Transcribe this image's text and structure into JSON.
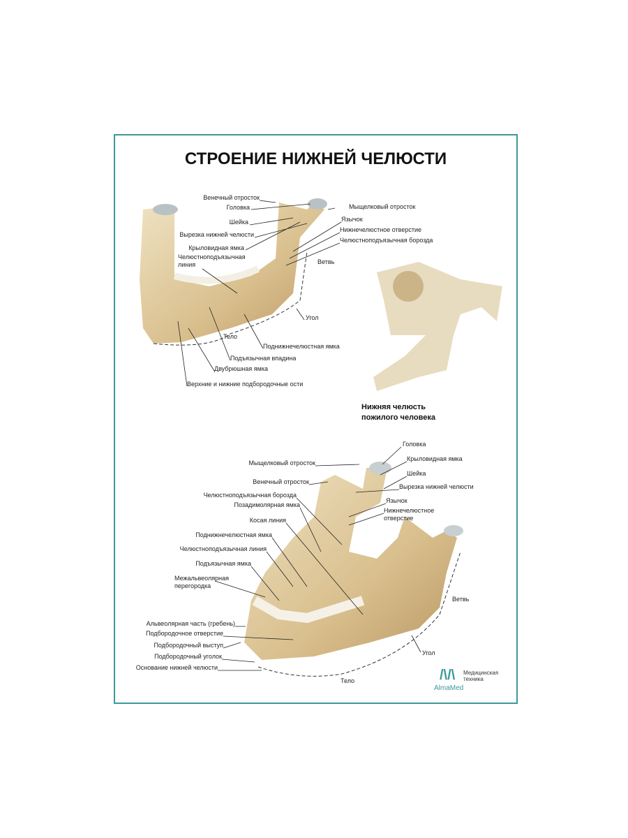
{
  "title": "СТРОЕНИЕ НИЖНЕЙ ЧЕЛЮСТИ",
  "top_labels": [
    "Венечный отросток",
    "Головка",
    "Шейка",
    "Вырезка нижней челюсти",
    "Крыловидная ямка",
    "Челюстноподъязычная линия",
    "Мыщелковый отросток",
    "Язычок",
    "Нижнечелюстное отверстие",
    "Челюстноподъязычная борозда",
    "Ветвь",
    "Угол",
    "Тело",
    "Поднижнечелюстная ямка",
    "Подъязычная впадина",
    "Двубрюшная ямка",
    "Верхние и нижние подбородочные ости"
  ],
  "old_caption": [
    "Нижняя челюсть",
    "пожилого человека"
  ],
  "bottom_labels": [
    "Головка",
    "Крыловидная ямка",
    "Шейка",
    "Вырезка нижней челюсти",
    "Язычок",
    "Нижнечелюстное отверстие",
    "Мыщелковый отросток",
    "Венечный отросток",
    "Челюстноподъязычная борозда",
    "Позадимолярная ямка",
    "Косая линия",
    "Поднижнечелюстная ямка",
    "Челюстноподъязычная линия",
    "Подъязычная ямка",
    "Межальвеолярная перегородка",
    "Альвеолярная часть (гребень)",
    "Подбородочное отверстие",
    "Подбородочный выступ",
    "Подбородочный уголок",
    "Основание нижней челюсти",
    "Ветвь",
    "Угол",
    "Тело"
  ],
  "logo": {
    "name": "AlmaMed",
    "text": "Медицинская техника"
  },
  "colors": {
    "frame": "#3a9a98",
    "bone": "#dcc79d"
  }
}
